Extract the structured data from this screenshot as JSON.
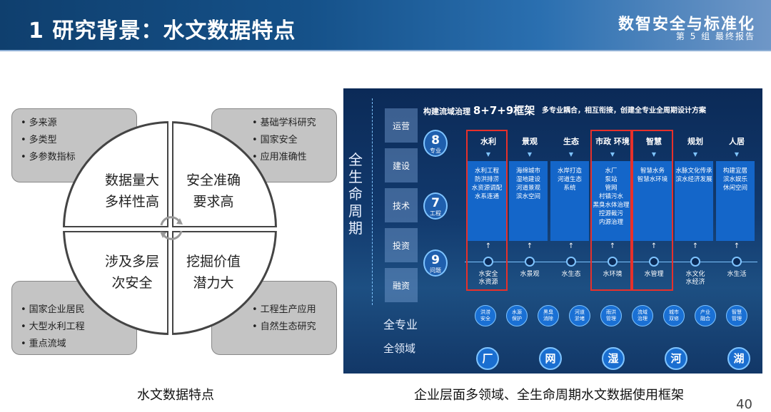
{
  "header": {
    "title": "1 研究背景：水文数据特点",
    "brand": "数智安全与标准化",
    "subbrand": "第 5 组  最终报告"
  },
  "left_diagram": {
    "top_left_box": [
      "多来源",
      "多类型",
      "多参数指标"
    ],
    "top_right_box": [
      "基础学科研究",
      "国家安全",
      "应用准确性"
    ],
    "bottom_left_box": [
      "国家企业居民",
      "大型水利工程",
      "重点流域"
    ],
    "bottom_right_box": [
      "工程生产应用",
      "自然生态研究"
    ],
    "quadrants": {
      "tl": [
        "数据量大",
        "多样性高"
      ],
      "tr": [
        "安全准确",
        "要求高"
      ],
      "bl": [
        "涉及多层",
        "次安全"
      ],
      "br": [
        "挖掘价值",
        "潜力大"
      ]
    },
    "caption": "水文数据特点"
  },
  "framework": {
    "title_prefix": "构建流域治理",
    "title_big": "8+7+9框架",
    "subtitle": "多专业耦合，相互衔接，创建全专业全周期设计方案",
    "vertical_text": "全生命周期",
    "stages": [
      "运营",
      "建设",
      "技术",
      "投资",
      "融资"
    ],
    "numbers": [
      {
        "n": "8",
        "t": "专业"
      },
      {
        "n": "7",
        "t": "工程"
      },
      {
        "n": "9",
        "t": "问题"
      }
    ],
    "columns": [
      {
        "head": "水利",
        "box": "水利工程\n防洪排涝\n水资源调配\n水系连通",
        "label": "水安全\n水资源"
      },
      {
        "head": "景观",
        "box": "海绵城市\n湿地建设\n河道景观\n滨水空间",
        "label": "水景观"
      },
      {
        "head": "生态",
        "box": "水岸打造\n河道生态\n系统",
        "label": "水生态"
      },
      {
        "head": "市政 环境",
        "box": "水厂\n泵站\n管网\n村镇污水\n黑臭水体治理\n控源截污\n内源治理",
        "label": "水环境"
      },
      {
        "head": "智慧",
        "box": "智慧水务\n智慧水环境",
        "label": "水管理"
      },
      {
        "head": "规划",
        "box": "水脉文化传承\n滨水经济发展",
        "label": "水文化\n水经济"
      },
      {
        "head": "人居",
        "box": "构建宜居\n滨水娱乐\n休闲空间",
        "label": "水生活"
      }
    ],
    "problems": [
      "洪涝\n安全",
      "水源\n保护",
      "黑臭\n消除",
      "河道\n淤堵",
      "雨洪\n管理",
      "流域\n治理",
      "城市\n双修",
      "产业\n融合",
      "智慧\n管理"
    ],
    "all_profession": "全专业",
    "all_field": "全领域",
    "bottom_icons": [
      "厂",
      "网",
      "湿",
      "河",
      "湖"
    ],
    "caption": "企业层面多领域、全生命周期水文数据使用框架"
  },
  "page_number": "40"
}
